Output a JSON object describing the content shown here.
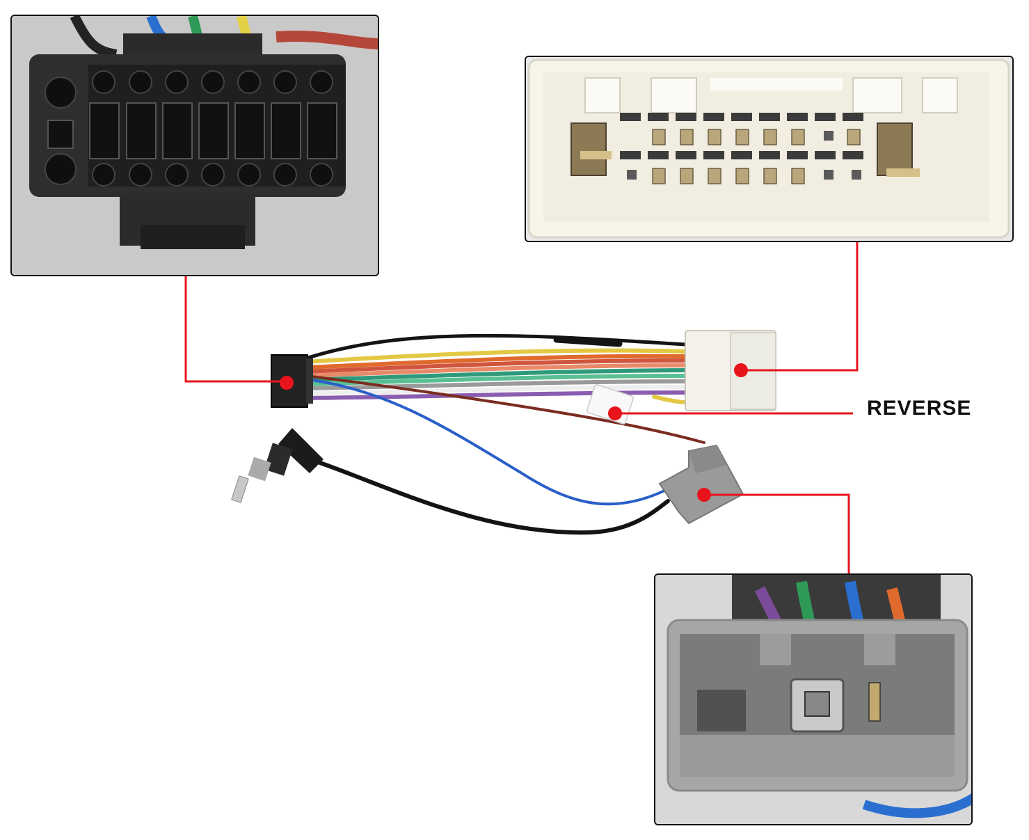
{
  "labels": {
    "reverse": "REVERSE"
  },
  "colors": {
    "callout_line": "#e8141c",
    "callout_dot": "#e8141c",
    "panel_border": "#111111"
  },
  "components": [
    {
      "name": "radio-side-16-pin-connector",
      "color": "#2b2b2b"
    },
    {
      "name": "vehicle-side-white-connector",
      "color": "#efefe6"
    },
    {
      "name": "antenna-adapter-grey-connector",
      "color": "#9c9c9c"
    }
  ]
}
